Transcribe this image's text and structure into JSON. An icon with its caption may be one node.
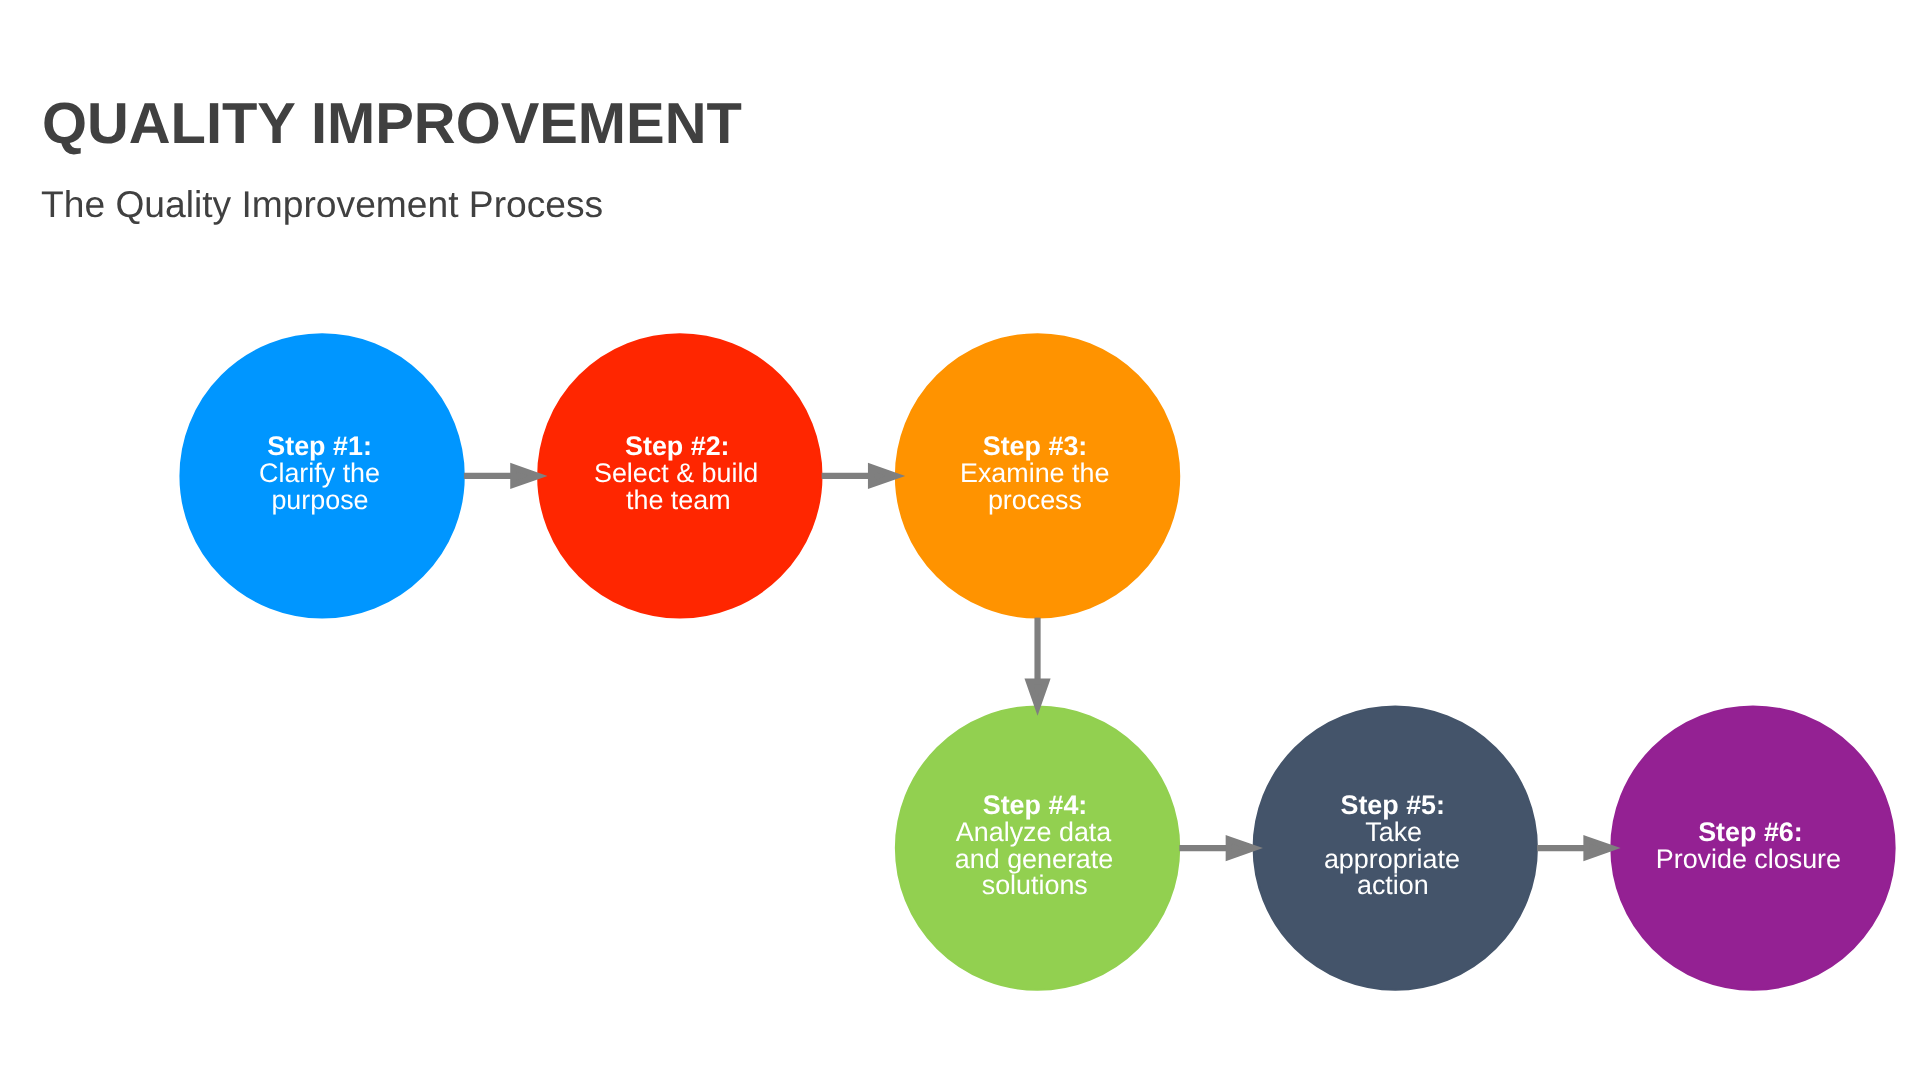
{
  "diagram": {
    "title": "QUALITY IMPROVEMENT",
    "nodes": [
      {
        "text": [
          "Step #1:",
          "Clarify the purpose"
        ]
      },
      {
        "text": [
          "Step #2:",
          "Select & build the team"
        ]
      },
      {
        "text": [
          "Step #3:",
          "Examine the process"
        ]
      },
      {
        "text": [
          "Step #4:",
          "Analyze data and generate solutions"
        ]
      },
      {
        "text": [
          "Step #5:",
          "Take appropriate action"
        ]
      },
      {
        "text": [
          "Step #6:",
          "Provide closure"
        ]
      }
    ],
    "edges": [
      {
        "from": 0,
        "to": 1,
        "arrow": "to"
      },
      {
        "from": 1,
        "to": 2,
        "arrow": "to"
      },
      {
        "from": 2,
        "to": 3,
        "arrow": "to"
      },
      {
        "from": 3,
        "to": 4,
        "arrow": "to"
      },
      {
        "from": 4,
        "to": 5,
        "arrow": "to"
      }
    ],
    "labels": [
      "The Quality Improvement Process"
    ]
  }
}
